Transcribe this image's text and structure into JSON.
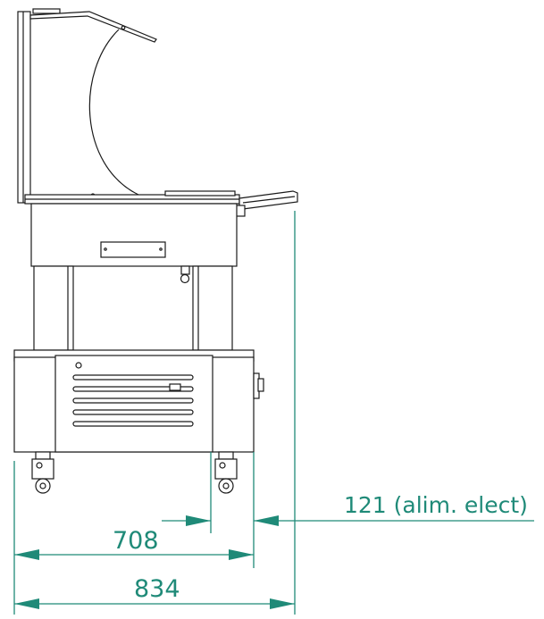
{
  "dimensions": {
    "inner_width": "708",
    "overall_width": "834",
    "power_supply_offset": "121 (alim. elect)"
  },
  "colors": {
    "dimension_lines": "#1f8a78",
    "outline": "#1a1a1a"
  }
}
